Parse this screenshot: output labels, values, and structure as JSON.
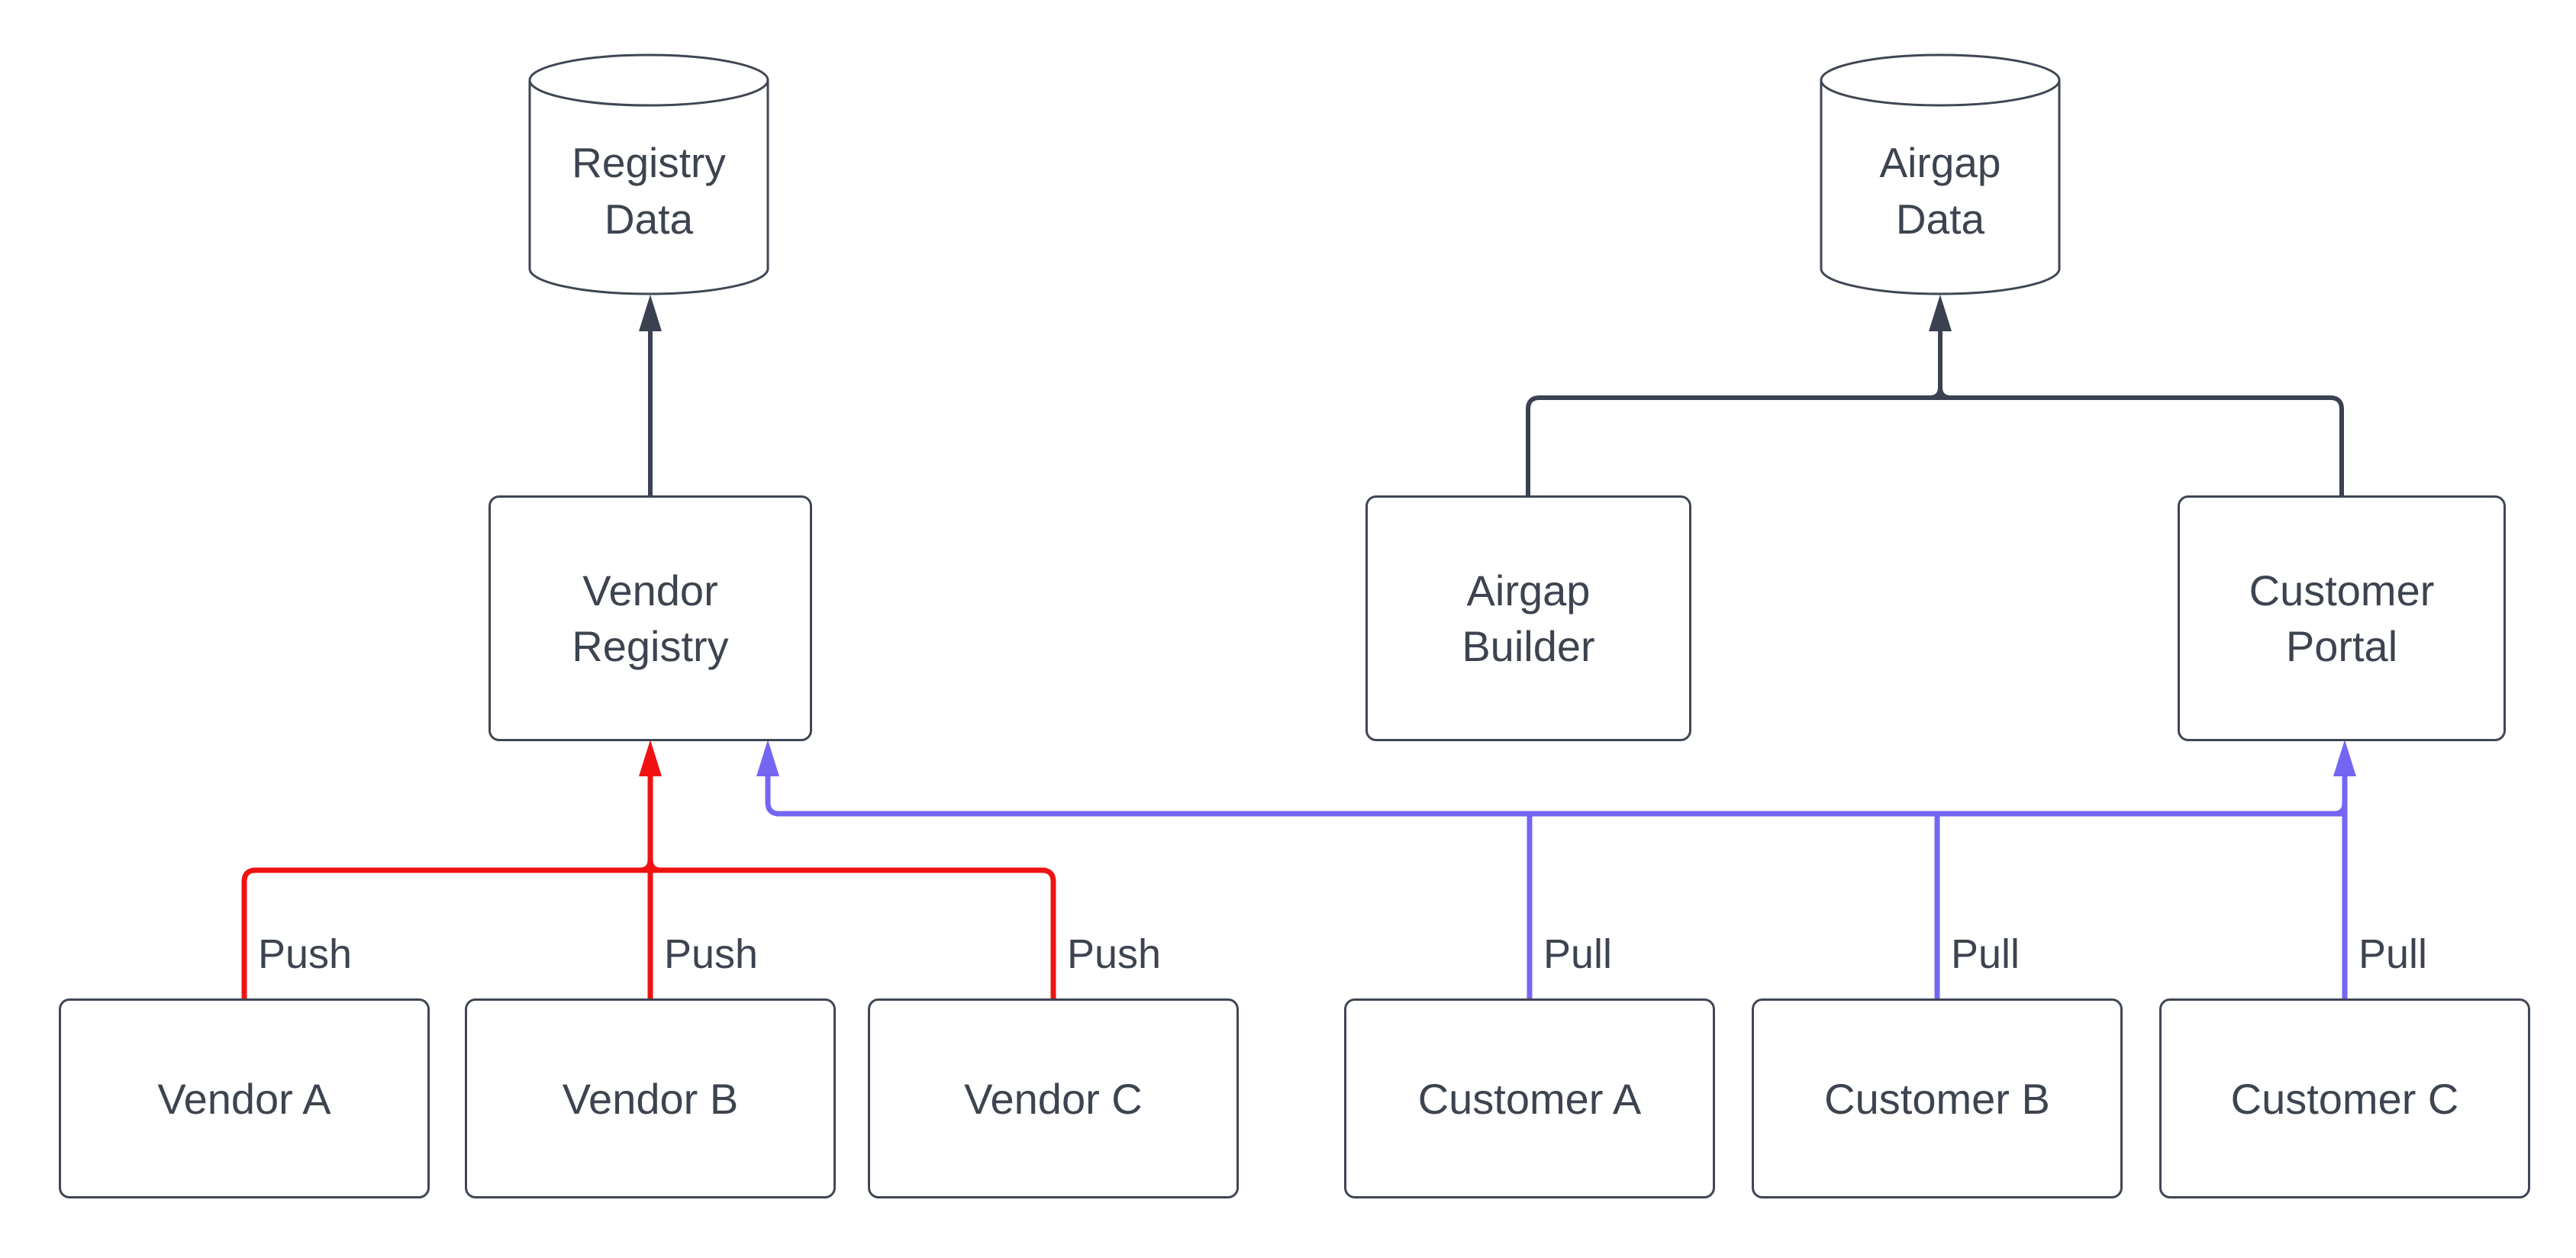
{
  "diagram": {
    "colors": {
      "background": "#ffffff",
      "push": "#f01212",
      "pull": "#7466f2",
      "flow": "#3a4150",
      "node_border": "#3f4654",
      "text": "#3d4450"
    },
    "datastores": [
      {
        "id": "registry-data",
        "shape": "database-cylinder",
        "label": [
          "Registry",
          "Data"
        ]
      },
      {
        "id": "airgap-data",
        "shape": "database-cylinder",
        "label": [
          "Airgap",
          "Data"
        ]
      }
    ],
    "services": [
      {
        "id": "vendor-registry",
        "label": [
          "Vendor",
          "Registry"
        ]
      },
      {
        "id": "airgap-builder",
        "label": [
          "Airgap",
          "Builder"
        ]
      },
      {
        "id": "customer-portal",
        "label": [
          "Customer",
          "Portal"
        ]
      }
    ],
    "actors": [
      {
        "id": "vendor-a",
        "label": "Vendor A"
      },
      {
        "id": "vendor-b",
        "label": "Vendor B"
      },
      {
        "id": "vendor-c",
        "label": "Vendor C"
      },
      {
        "id": "customer-a",
        "label": "Customer A"
      },
      {
        "id": "customer-b",
        "label": "Customer B"
      },
      {
        "id": "customer-c",
        "label": "Customer C"
      }
    ],
    "edges": [
      {
        "from": "vendor-registry",
        "to": "registry-data",
        "label": "",
        "color": "flow"
      },
      {
        "from": "airgap-builder",
        "to": "airgap-data",
        "label": "",
        "color": "flow"
      },
      {
        "from": "customer-portal",
        "to": "airgap-data",
        "label": "",
        "color": "flow"
      },
      {
        "from": "vendor-a",
        "to": "vendor-registry",
        "label": "Push",
        "color": "push"
      },
      {
        "from": "vendor-b",
        "to": "vendor-registry",
        "label": "Push",
        "color": "push"
      },
      {
        "from": "vendor-c",
        "to": "vendor-registry",
        "label": "Push",
        "color": "push"
      },
      {
        "from": "customer-a",
        "to": "vendor-registry",
        "label": "Pull",
        "color": "pull"
      },
      {
        "from": "customer-b",
        "to": "vendor-registry",
        "label": "Pull",
        "color": "pull"
      },
      {
        "from": "customer-c",
        "to": "customer-portal",
        "label": "Pull",
        "color": "pull"
      }
    ]
  }
}
